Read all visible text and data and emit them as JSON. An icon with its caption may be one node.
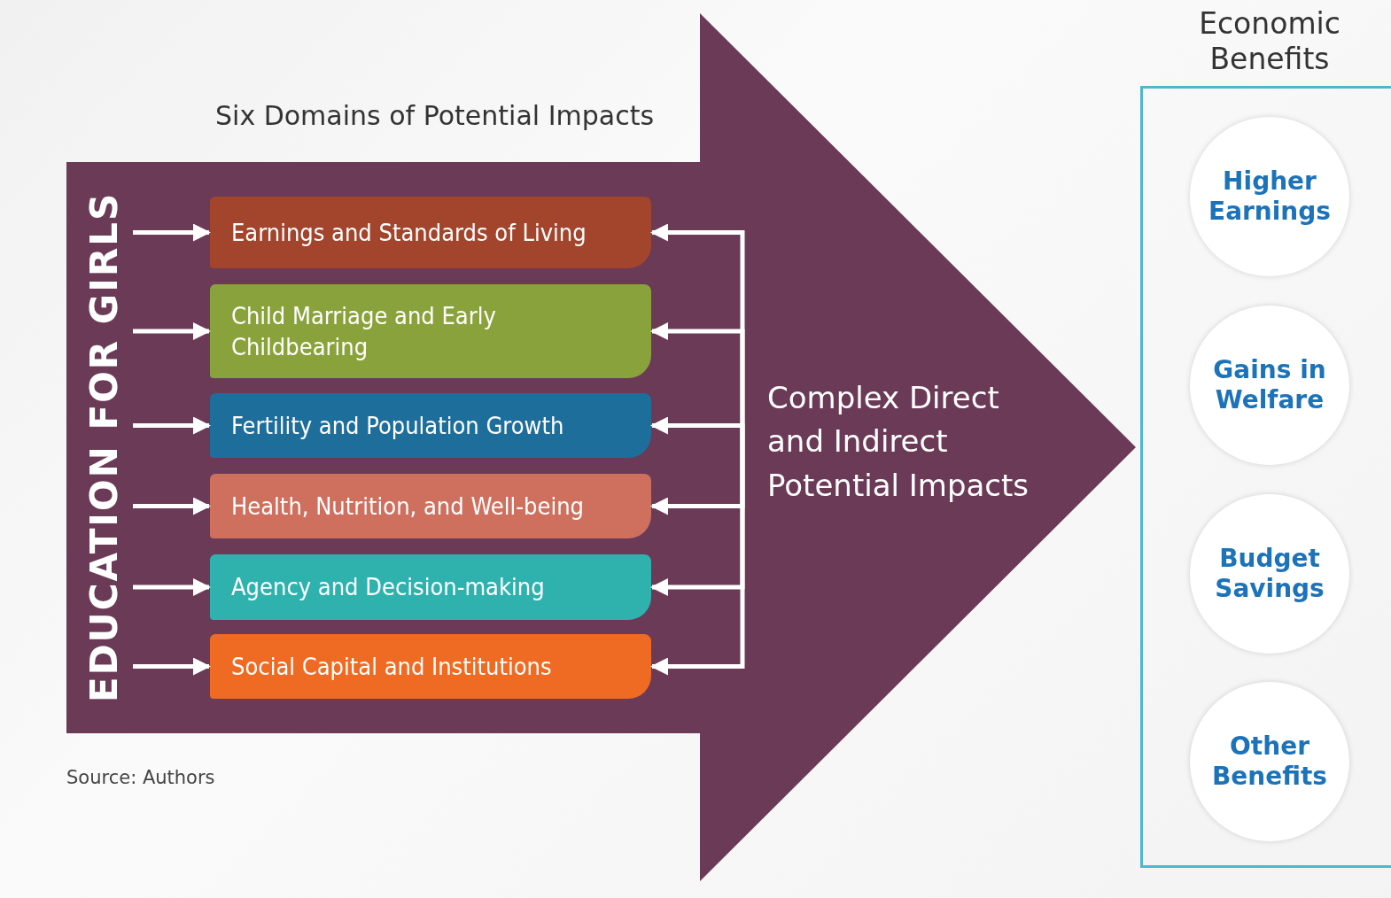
{
  "diagram": {
    "nodes": [
      {
        "text": [
          "Six Domains of Potential Impacts"
        ]
      },
      {
        "text": [
          "EDUCATION FOR GIRLS"
        ],
        "in": 0
      },
      {
        "text": [
          "Earnings and Standards of Living"
        ],
        "in": 0
      },
      {
        "text": [
          "Child Marriage and Early Childbearing"
        ],
        "in": 0
      },
      {
        "text": [
          "Fertility and Population Growth"
        ],
        "in": 0
      },
      {
        "text": [
          "Health, Nutrition, and Well-being"
        ],
        "in": 0
      },
      {
        "text": [
          "Agency and Decision-making"
        ],
        "in": 0
      },
      {
        "text": [
          "Social Capital and Institutions"
        ],
        "in": 0
      },
      {
        "text": [
          "Complex Direct and Indirect Potential Impacts"
        ],
        "in": 0
      },
      {
        "text": [
          "Economic Benefits"
        ]
      },
      {
        "text": [
          "Higher Earnings"
        ],
        "in": 9
      },
      {
        "text": [
          "Gains in Welfare"
        ],
        "in": 9
      },
      {
        "text": [
          "Budget Savings"
        ],
        "in": 9
      },
      {
        "text": [
          "Other Benefits"
        ],
        "in": 9
      }
    ],
    "edges": [
      {
        "from": 1,
        "to": 2,
        "arrow": "to"
      },
      {
        "from": 1,
        "to": 3,
        "arrow": "to"
      },
      {
        "from": 1,
        "to": 4,
        "arrow": "to"
      },
      {
        "from": 1,
        "to": 5,
        "arrow": "to"
      },
      {
        "from": 1,
        "to": 6,
        "arrow": "to"
      },
      {
        "from": 1,
        "to": 7,
        "arrow": "to"
      },
      {
        "from": 8,
        "to": 2,
        "arrow": "to"
      },
      {
        "from": 8,
        "to": 3,
        "arrow": "to"
      },
      {
        "from": 8,
        "to": 4,
        "arrow": "to"
      },
      {
        "from": 8,
        "to": 5,
        "arrow": "to"
      },
      {
        "from": 8,
        "to": 6,
        "arrow": "to"
      },
      {
        "from": 8,
        "to": 7,
        "arrow": "to"
      }
    ],
    "labels": [
      "Source: Authors"
    ]
  }
}
